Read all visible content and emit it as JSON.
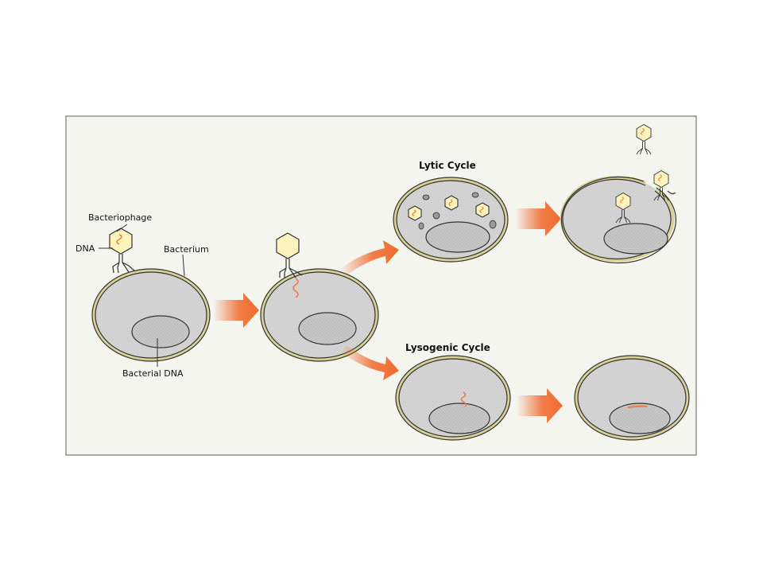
{
  "labels": {
    "bacteriophage": "Bacteriophage",
    "dna": "DNA",
    "bacterium": "Bacterium",
    "bacterial_dna": "Bacterial DNA",
    "lytic_cycle": "Lytic Cycle",
    "lysogenic_cycle": "Lysogenic Cycle"
  },
  "colors": {
    "panel_bg": "#f5f5f0",
    "panel_border": "#777777",
    "cell_wall": "#d8d196",
    "cell_fill": "#d2d2d2",
    "nucleoid": "#bdbdbd",
    "phage_head": "#fbf4bc",
    "viral_dna": "#f07a45",
    "arrow": "#ef6a2d"
  }
}
